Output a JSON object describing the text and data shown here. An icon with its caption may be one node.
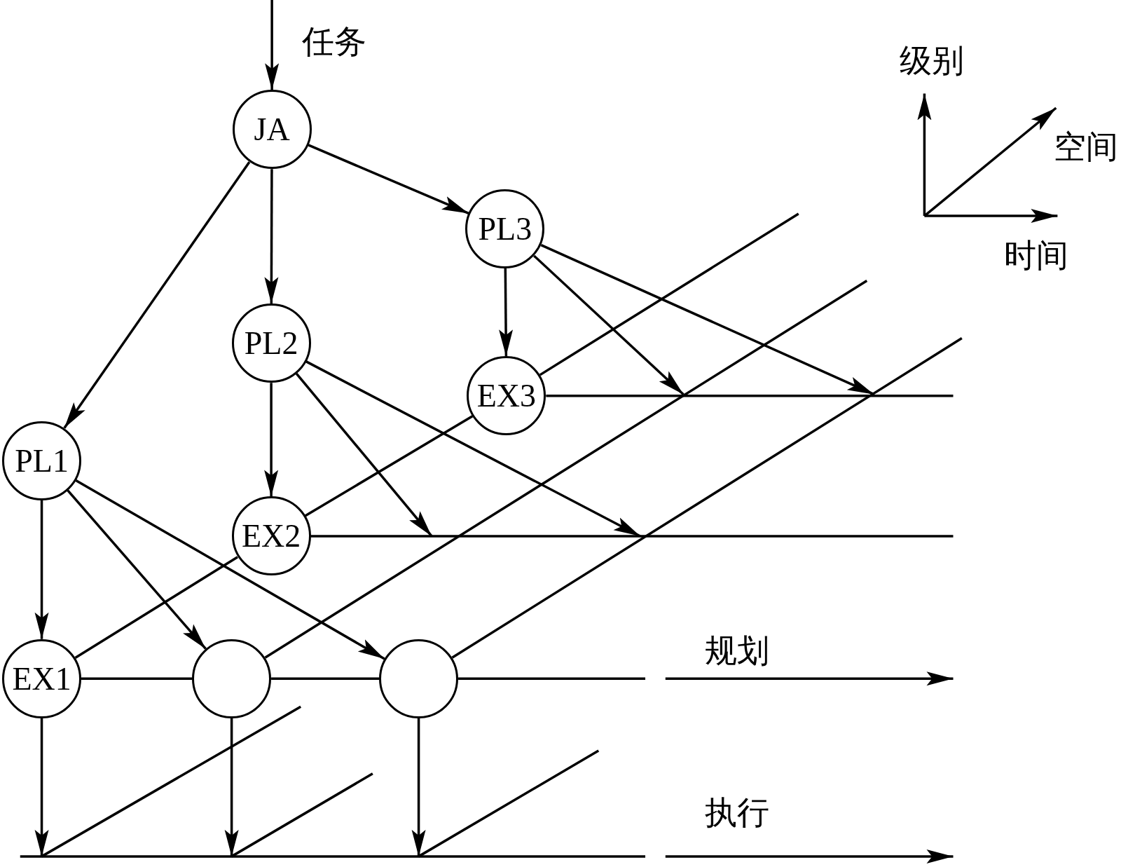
{
  "diagram": {
    "nodes": [
      {
        "text": [
          "JA"
        ]
      },
      {
        "text": [
          "PL3"
        ]
      },
      {
        "text": [
          "PL2"
        ]
      },
      {
        "text": [
          "EX3"
        ]
      },
      {
        "text": [
          "PL1"
        ]
      },
      {
        "text": [
          "EX2"
        ]
      },
      {
        "text": [
          "EX1"
        ]
      },
      {
        "text": [],
        "shape": "circle"
      },
      {
        "text": [],
        "shape": "circle"
      }
    ],
    "edges": [
      {
        "from": null,
        "to": 0,
        "arrow": "to",
        "label": "任务"
      },
      {
        "from": 0,
        "to": 4,
        "arrow": "to"
      },
      {
        "from": 0,
        "to": 2,
        "arrow": "to"
      },
      {
        "from": 0,
        "to": 1,
        "arrow": "to"
      },
      {
        "from": 1,
        "to": 3,
        "arrow": "to"
      },
      {
        "from": 1,
        "to": null,
        "arrow": "to"
      },
      {
        "from": 1,
        "to": null,
        "arrow": "to"
      },
      {
        "from": 2,
        "to": 5,
        "arrow": "to"
      },
      {
        "from": 2,
        "to": null,
        "arrow": "to"
      },
      {
        "from": 2,
        "to": null,
        "arrow": "to"
      },
      {
        "from": 4,
        "to": 6,
        "arrow": "to"
      },
      {
        "from": 4,
        "to": 7,
        "arrow": "to"
      },
      {
        "from": 4,
        "to": 8,
        "arrow": "to"
      },
      {
        "from": 3,
        "to": null,
        "arrow": "none"
      },
      {
        "from": 3,
        "to": null,
        "arrow": "none"
      },
      {
        "from": 5,
        "to": 3,
        "arrow": "none"
      },
      {
        "from": 5,
        "to": null,
        "arrow": "none"
      },
      {
        "from": 6,
        "to": 5,
        "arrow": "none"
      },
      {
        "from": 6,
        "to": 7,
        "arrow": "none"
      },
      {
        "from": 7,
        "to": 8,
        "arrow": "none"
      },
      {
        "from": 8,
        "to": null,
        "arrow": "none"
      },
      {
        "from": 7,
        "to": null,
        "arrow": "none"
      },
      {
        "from": 8,
        "to": null,
        "arrow": "none"
      },
      {
        "from": 6,
        "to": null,
        "arrow": "to"
      },
      {
        "from": 7,
        "to": null,
        "arrow": "to"
      },
      {
        "from": 8,
        "to": null,
        "arrow": "to"
      }
    ],
    "labels": [
      "级别",
      "空间",
      "时间",
      "规划",
      "执行"
    ]
  }
}
